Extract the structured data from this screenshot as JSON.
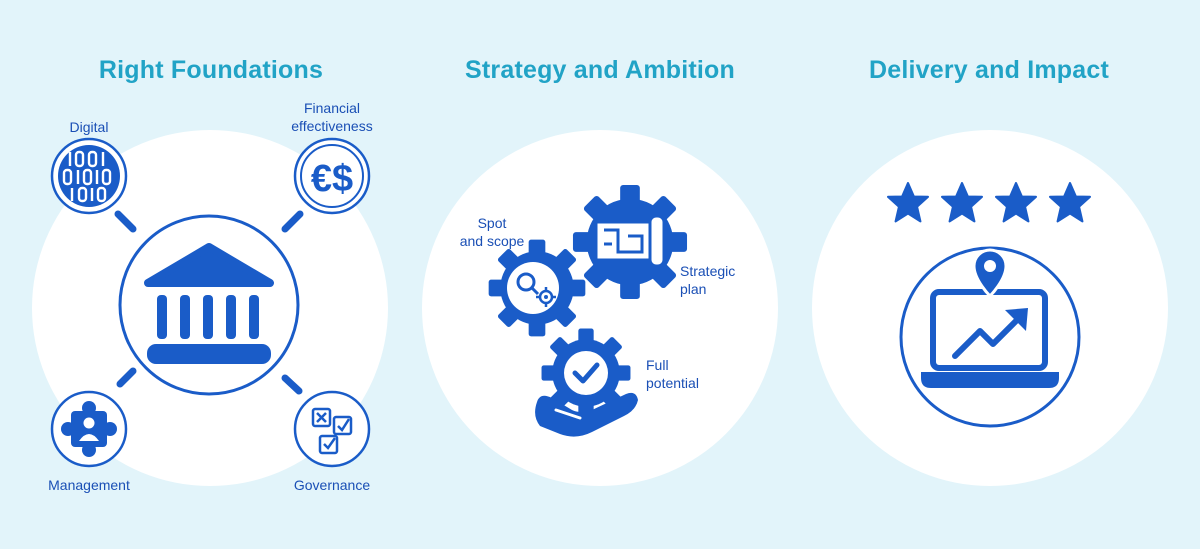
{
  "colors": {
    "background": "#e2f4fa",
    "circle": "#ffffff",
    "title": "#21a3c6",
    "icon": "#1a5cc8",
    "label": "#1a4fb5"
  },
  "sections": [
    {
      "title": "Right Foundations",
      "center_icon": "bank-icon",
      "items": [
        {
          "label": "Digital",
          "icon": "binary-code-icon"
        },
        {
          "label": "Financial effectiveness",
          "line1": "Financial",
          "line2": "effectiveness",
          "icon": "euro-dollar-icon"
        },
        {
          "label": "Management",
          "icon": "puzzle-person-icon"
        },
        {
          "label": "Governance",
          "icon": "checklist-icon"
        }
      ]
    },
    {
      "title": "Strategy and Ambition",
      "items": [
        {
          "label": "Spot and scope",
          "line1": "Spot",
          "line2": "and scope",
          "icon": "gear-search-target-icon"
        },
        {
          "label": "Strategic plan",
          "line1": "Strategic",
          "line2": "plan",
          "icon": "gear-blueprint-icon"
        },
        {
          "label": "Full potential",
          "line1": "Full",
          "line2": "potential",
          "icon": "hand-gear-check-icon"
        }
      ]
    },
    {
      "title": "Delivery and Impact",
      "rating_stars": 4,
      "center_icon": "laptop-growth-location-icon"
    }
  ]
}
